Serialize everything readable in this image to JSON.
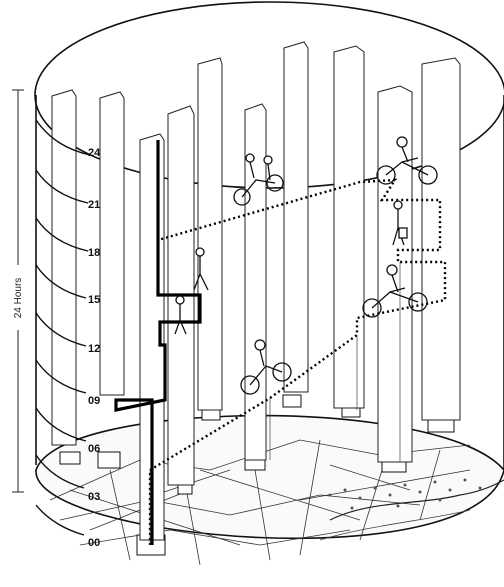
{
  "figure": {
    "axis_title": "24 Hours",
    "hour_labels": [
      "24",
      "21",
      "18",
      "15",
      "12",
      "09",
      "06",
      "03",
      "00"
    ]
  }
}
